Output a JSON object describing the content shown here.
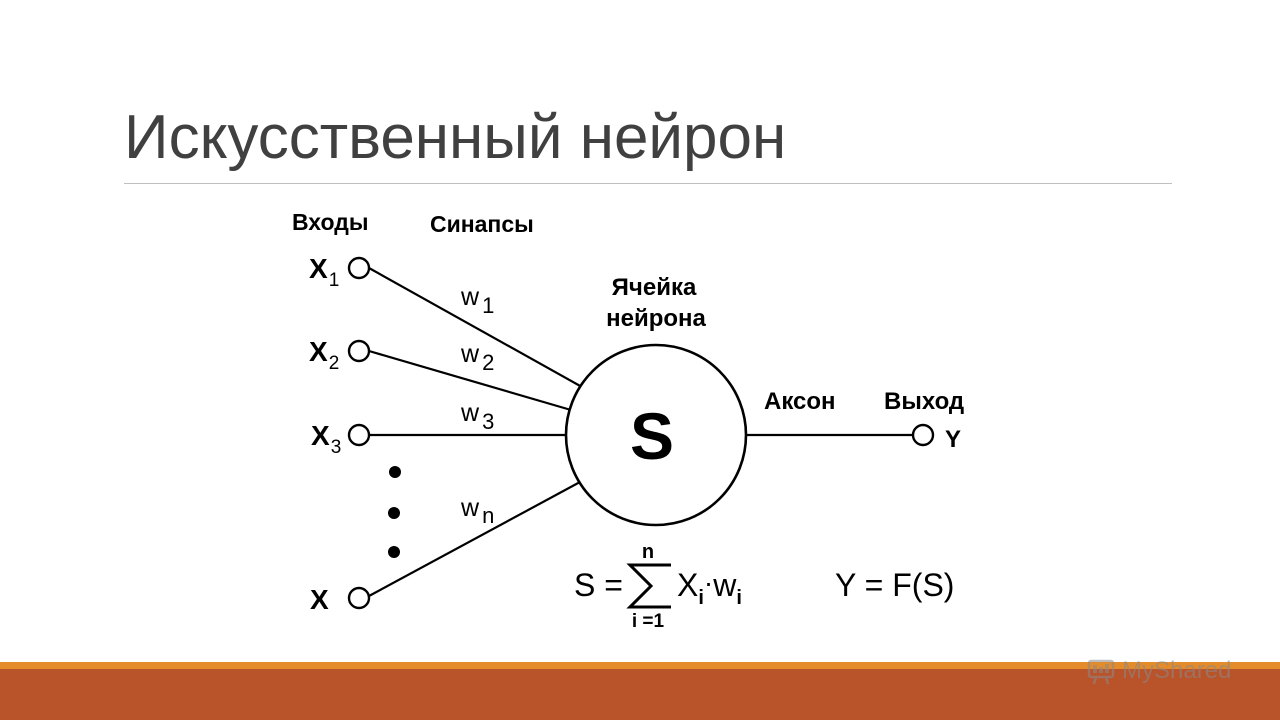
{
  "slide": {
    "title": "Искусственный нейрон"
  },
  "diagram": {
    "headers": {
      "inputs": "Входы",
      "synapses": "Синапсы",
      "cell_line1": "Ячейка",
      "cell_line2": "нейрона",
      "axon": "Аксон",
      "output": "Выход"
    },
    "inputs": [
      {
        "base": "X",
        "sub": "1",
        "weight_base": "w",
        "weight_sub": "1"
      },
      {
        "base": "X",
        "sub": "2",
        "weight_base": "w",
        "weight_sub": "2"
      },
      {
        "base": "X",
        "sub": "3",
        "weight_base": "w",
        "weight_sub": "3"
      },
      {
        "base": "X",
        "sub": "",
        "weight_base": "w",
        "weight_sub": "n"
      }
    ],
    "neuron_symbol": "S",
    "output_symbol": "Y",
    "formula_sum": {
      "lhs": "S =",
      "upper": "n",
      "lower": "i =1",
      "term_x": "X",
      "term_x_sub": "i",
      "dot": "·",
      "term_w": "w",
      "term_w_sub": "i"
    },
    "formula_output": "Y = F(S)"
  },
  "watermark": {
    "text": "MyShared"
  }
}
